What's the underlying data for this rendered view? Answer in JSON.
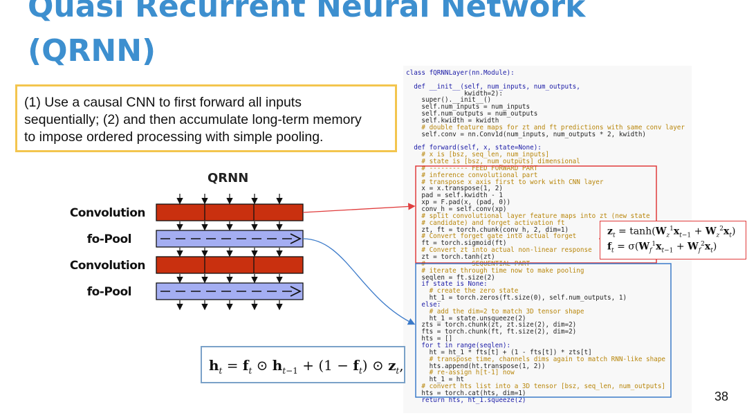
{
  "slide": {
    "title_line1": "Quasi Recurrent Neural Network",
    "title_line2": "(QRNN)",
    "description_lines": [
      "(1) Use a causal CNN to first forward all inputs",
      "sequentially; (2) and then accumulate long-term memory",
      "to impose ordered processing with simple pooling."
    ],
    "page_number": "38"
  },
  "diagram": {
    "title": "QRNN",
    "layers": [
      "Convolution",
      "fo-Pool",
      "Convolution",
      "fo-Pool"
    ]
  },
  "equations": {
    "hidden_state": "h_t = f_t ⊙ h_{t−1} + (1 − f_t) ⊙ z_t,",
    "gate_z": "z_t = tanh(W_z^1 x_{t−1} + W_z^2 x_t)",
    "gate_f": "f_t = σ(W_f^1 x_{t−1} + W_f^2 x_t)"
  },
  "code_lines": [
    "class fQRNNLayer(nn.Module):",
    "",
    "  def __init__(self, num_inputs, num_outputs,",
    "               kwidth=2):",
    "    super().__init__()",
    "    self.num_inputs = num_inputs",
    "    self.num_outputs = num_outputs",
    "    self.kwidth = kwidth",
    "    # double feature maps for zt and ft predictions with same conv layer",
    "    self.conv = nn.Conv1d(num_inputs, num_outputs * 2, kwidth)",
    "",
    "  def forward(self, x, state=None):",
    "    # x is [bsz, seq_len, num_inputs]",
    "    # state is [bsz, num_outputs] dimensional",
    "    # ---------- FEED FORWARD PART",
    "    # inference convolutional part",
    "    # transpose x axis first to work with CNN layer",
    "    x = x.transpose(1, 2)",
    "    pad = self.kwidth - 1",
    "    xp = F.pad(x, (pad, 0))",
    "    conv_h = self.conv(xp)",
    "    # split convolutional layer feature maps into zt (new state",
    "    # candidate) and forget activation ft",
    "    zt, ft = torch.chunk(conv_h, 2, dim=1)",
    "    # Convert forget gate into actual forget",
    "    ft = torch.sigmoid(ft)",
    "    # Convert zt into actual non-linear response",
    "    zt = torch.tanh(zt)",
    "    # ---------- SEQUENTIAL PART",
    "    # iterate through time now to make pooling",
    "    seqlen = ft.size(2)",
    "    if state is None:",
    "      # create the zero state",
    "      ht_1 = torch.zeros(ft.size(0), self.num_outputs, 1)",
    "    else:",
    "      # add the dim=2 to match 3D tensor shape",
    "      ht_1 = state.unsqueeze(2)",
    "    zts = torch.chunk(zt, zt.size(2), dim=2)",
    "    fts = torch.chunk(ft, ft.size(2), dim=2)",
    "    hts = []",
    "    for t in range(seqlen):",
    "      ht = ht_1 * fts[t] + (1 - fts[t]) * zts[t]",
    "      # transpose time, channels dims again to match RNN-like shape",
    "      hts.append(ht.transpose(1, 2))",
    "      # re-assign h[t-1] now",
    "      ht_1 = ht",
    "    # convert hts list into a 3D tensor [bsz, seq_len, num_outputs]",
    "    hts = torch.cat(hts, dim=1)",
    "    return hts, ht_1.squeeze(2)"
  ]
}
